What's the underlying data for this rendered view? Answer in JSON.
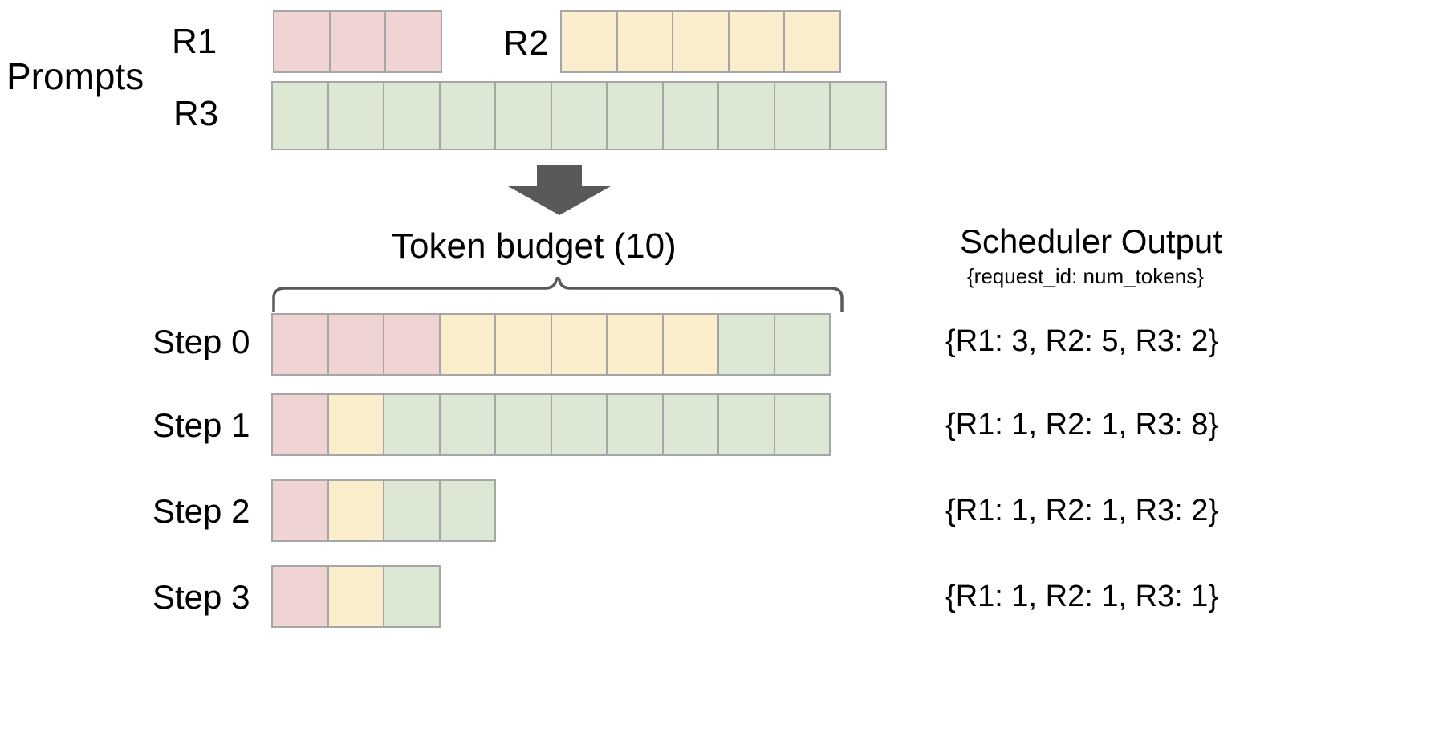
{
  "figure": {
    "prompts_label": "Prompts",
    "budget_title": "Token  budget (10)",
    "scheduler_title": "Scheduler Output",
    "scheduler_subtitle": "{request_id: num_tokens}",
    "arrow_icon": "down-arrow-icon",
    "brace_icon": "curly-brace-icon"
  },
  "colors": {
    "r1": "#f0d3d3",
    "r2": "#faeecd",
    "r3": "#dce8d4",
    "cell_border": "#a6a6a6",
    "arrow": "#595959",
    "brace": "#595959",
    "text": "#000000",
    "background": "#ffffff"
  },
  "prompts": [
    {
      "id": "R1",
      "label": "R1",
      "tokens": 3,
      "color_key": "r1"
    },
    {
      "id": "R2",
      "label": "R2",
      "tokens": 5,
      "color_key": "r2"
    },
    {
      "id": "R3",
      "label": "R3",
      "tokens": 11,
      "color_key": "r3"
    }
  ],
  "steps": [
    {
      "label": "Step 0",
      "output": "{R1: 3, R2: 5, R3: 2}",
      "segments": [
        {
          "id": "R1",
          "count": 3,
          "color_key": "r1"
        },
        {
          "id": "R2",
          "count": 5,
          "color_key": "r2"
        },
        {
          "id": "R3",
          "count": 2,
          "color_key": "r3"
        }
      ]
    },
    {
      "label": "Step 1",
      "output": "{R1: 1, R2: 1, R3: 8}",
      "segments": [
        {
          "id": "R1",
          "count": 1,
          "color_key": "r1"
        },
        {
          "id": "R2",
          "count": 1,
          "color_key": "r2"
        },
        {
          "id": "R3",
          "count": 8,
          "color_key": "r3"
        }
      ]
    },
    {
      "label": "Step 2",
      "output": "{R1: 1, R2: 1, R3: 2}",
      "segments": [
        {
          "id": "R1",
          "count": 1,
          "color_key": "r1"
        },
        {
          "id": "R2",
          "count": 1,
          "color_key": "r2"
        },
        {
          "id": "R3",
          "count": 2,
          "color_key": "r3"
        }
      ]
    },
    {
      "label": "Step 3",
      "output": "{R1: 1, R2: 1, R3: 1}",
      "segments": [
        {
          "id": "R1",
          "count": 1,
          "color_key": "r1"
        },
        {
          "id": "R2",
          "count": 1,
          "color_key": "r2"
        },
        {
          "id": "R3",
          "count": 1,
          "color_key": "r3"
        }
      ]
    }
  ],
  "chart_data": {
    "type": "bar",
    "title": "Token  budget (10)",
    "token_budget": 10,
    "categories": [
      "Step 0",
      "Step 1",
      "Step 2",
      "Step 3"
    ],
    "series": [
      {
        "name": "R1",
        "values": [
          3,
          1,
          1,
          1
        ]
      },
      {
        "name": "R2",
        "values": [
          5,
          1,
          1,
          1
        ]
      },
      {
        "name": "R3",
        "values": [
          2,
          8,
          2,
          1
        ]
      }
    ],
    "prompt_lengths": {
      "R1": 3,
      "R2": 5,
      "R3": 11
    },
    "totals": [
      10,
      10,
      4,
      3
    ],
    "annotations": [
      "{R1: 3, R2: 5, R3: 2}",
      "{R1: 1, R2: 1, R3: 8}",
      "{R1: 1, R2: 1, R3: 2}",
      "{R1: 1, R2: 1, R3: 1}"
    ],
    "legend": [
      "R1",
      "R2",
      "R3"
    ],
    "grid": false
  }
}
